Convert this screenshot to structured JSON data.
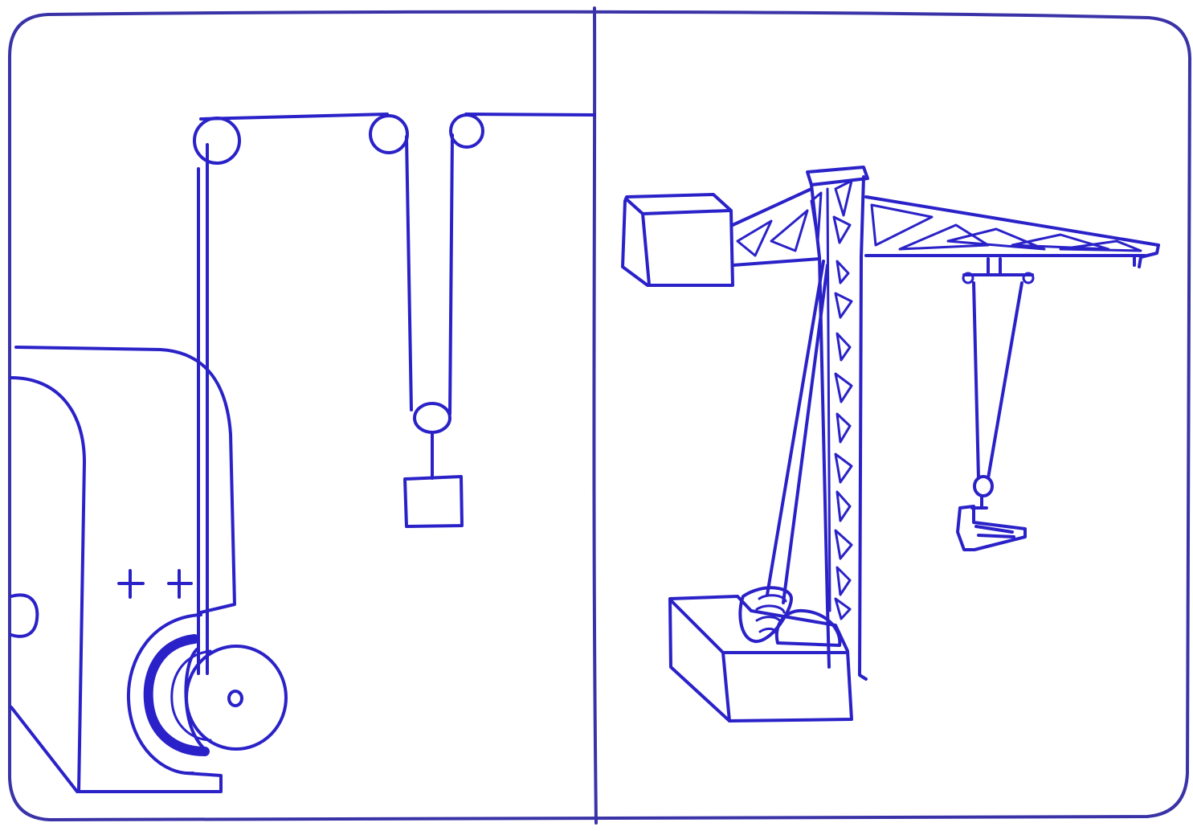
{
  "drawing": {
    "ink_color": "#2a22c8",
    "frame_color": "#3a33a8",
    "paper_color": "#ffffff",
    "style": "hand-drawn pen sketch"
  },
  "panels": {
    "left": {
      "subject": "winch-pulley-hoist",
      "parts": [
        "winch-drum",
        "top-pulley-left",
        "top-pulley-middle",
        "top-pulley-right",
        "movable-pulley",
        "load-block",
        "machine-housing",
        "control-marks"
      ]
    },
    "right": {
      "subject": "tower-crane",
      "parts": [
        "counterweight",
        "jib",
        "tower-mast",
        "trolley",
        "hook-block",
        "hook",
        "winch-base",
        "winch-drum"
      ]
    }
  }
}
